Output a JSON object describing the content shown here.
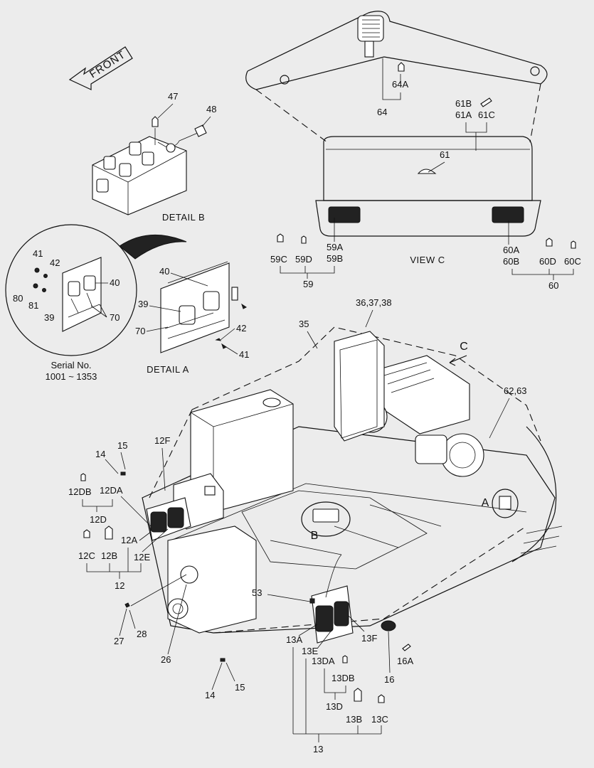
{
  "front_label": "FRONT",
  "detail_b_title": "DETAIL  B",
  "detail_a_title": "DETAIL  A",
  "view_c_title": "VIEW  C",
  "serial_line1": "Serial No.",
  "serial_line2": "1001 ~ 1353",
  "callout_a": "A",
  "callout_b": "B",
  "callout_c": "C",
  "labels": {
    "l47": "47",
    "l48": "48",
    "l64": "64",
    "l64A": "64A",
    "l61B": "61B",
    "l61A": "61A",
    "l61C": "61C",
    "l61": "61",
    "l59A": "59A",
    "l59B": "59B",
    "l59C": "59C",
    "l59D": "59D",
    "l59": "59",
    "l60A": "60A",
    "l60B": "60B",
    "l60D": "60D",
    "l60C": "60C",
    "l60": "60",
    "l41a": "41",
    "l42a": "42",
    "l40a": "40",
    "l80": "80",
    "l81": "81",
    "l39a": "39",
    "l70a": "70",
    "l40b": "40",
    "l39b": "39",
    "l70b": "70",
    "l42b": "42",
    "l41b": "41",
    "l36": "36,37,38",
    "l35": "35",
    "l6263": "62,63",
    "l14a": "14",
    "l15a": "15",
    "l12F": "12F",
    "l12DB": "12DB",
    "l12DA": "12DA",
    "l12D": "12D",
    "l12A": "12A",
    "l12C": "12C",
    "l12B": "12B",
    "l12E": "12E",
    "l12": "12",
    "l27": "27",
    "l28": "28",
    "l26": "26",
    "l53": "53",
    "l13A": "13A",
    "l13E": "13E",
    "l13F": "13F",
    "l13DA": "13DA",
    "l13DB": "13DB",
    "l13D": "13D",
    "l13B": "13B",
    "l13C": "13C",
    "l13": "13",
    "l16": "16",
    "l16A": "16A",
    "l14b": "14",
    "l15b": "15"
  }
}
